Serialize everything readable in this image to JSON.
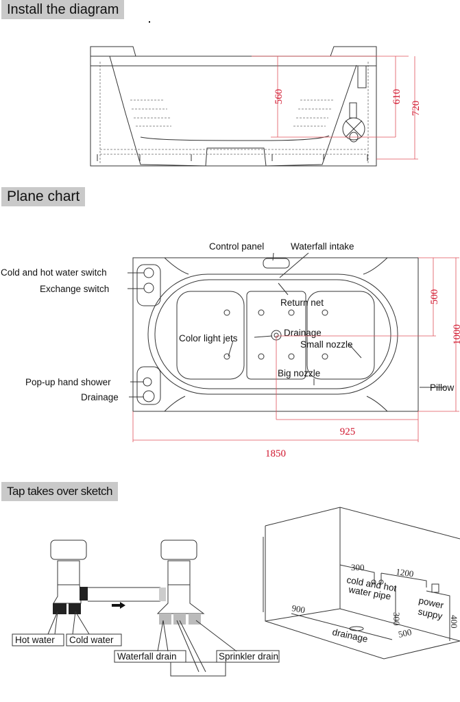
{
  "sections": {
    "install": "Install the diagram",
    "plane": "Plane chart",
    "tap": "Tap takes over sketch"
  },
  "side_view": {
    "dims": {
      "inner_depth": "560",
      "height_rim": "610",
      "total_height": "720"
    }
  },
  "plane_chart": {
    "labels": {
      "control_panel": "Control panel",
      "waterfall_intake": "Waterfall intake",
      "cold_hot_switch": "Cold and hot water switch",
      "exchange_switch": "Exchange  switch",
      "return_net": "Return  net",
      "drainage_center": "Drainage",
      "color_light_jets": "Color light jets",
      "small_nozzle": "Small  nozzle",
      "big_nozzle": "Big  nozzle",
      "hand_shower": "Pop-up hand shower",
      "drainage_left": "Drainage",
      "pillow": "Pillow"
    },
    "dims": {
      "half_width": "500",
      "width": "1000",
      "half_length": "925",
      "length": "1850"
    }
  },
  "tap_sketch": {
    "labels": {
      "hot": "Hot water",
      "cold": "Cold water",
      "waterfall": "Waterfall drain",
      "sprinkler": "Sprinkler drain",
      "blank": ""
    }
  },
  "room": {
    "labels": {
      "pipe": [
        "cold and hot",
        "water pipe"
      ],
      "power": [
        "power",
        "suppy"
      ],
      "drainage": "drainage"
    },
    "dims": {
      "pipe_offset": "300",
      "power_offset": "1200",
      "pipe_height": "300",
      "power_height": "400",
      "drain_x": "900",
      "drain_y": "500"
    }
  }
}
